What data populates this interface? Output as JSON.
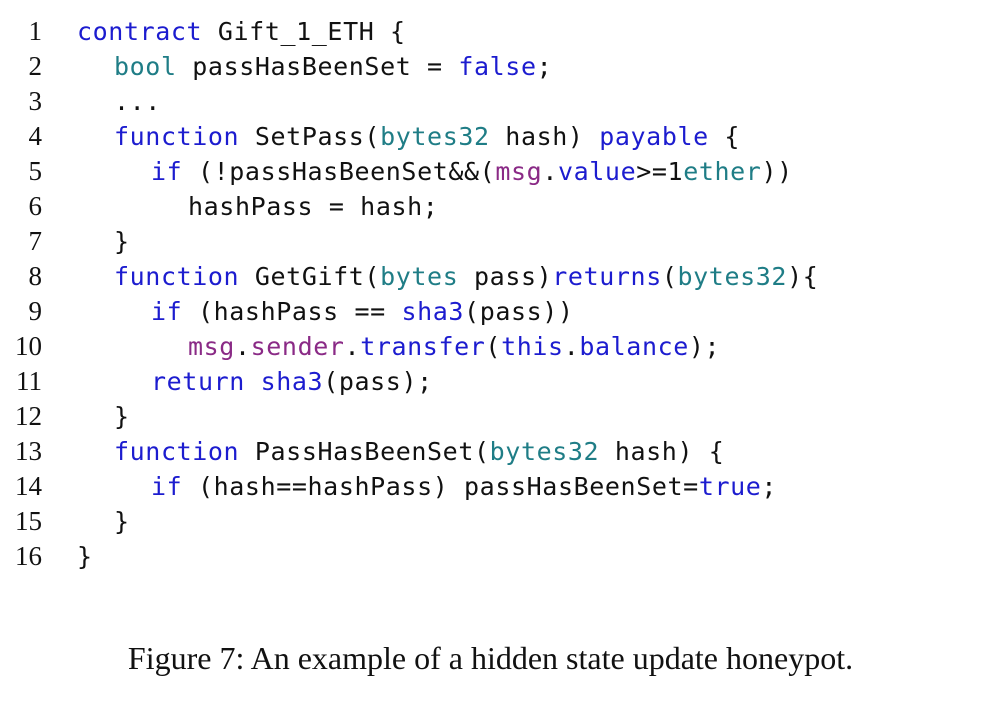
{
  "colors": {
    "keyword": "#1c1ccf",
    "type": "#1f7d86",
    "purple": "#8a2a86",
    "plain": "#111111"
  },
  "code_lines": [
    {
      "number": "1",
      "indent": 0,
      "tokens": [
        {
          "text": "contract",
          "style": "kw"
        },
        {
          "text": " Gift_1_ETH {",
          "style": "pl"
        }
      ]
    },
    {
      "number": "2",
      "indent": 1,
      "tokens": [
        {
          "text": "bool",
          "style": "ty"
        },
        {
          "text": " passHasBeenSet = ",
          "style": "pl"
        },
        {
          "text": "false",
          "style": "kw"
        },
        {
          "text": ";",
          "style": "pl"
        }
      ]
    },
    {
      "number": "3",
      "indent": 1,
      "tokens": [
        {
          "text": "...",
          "style": "pl"
        }
      ]
    },
    {
      "number": "4",
      "indent": 1,
      "tokens": [
        {
          "text": "function",
          "style": "kw"
        },
        {
          "text": " SetPass(",
          "style": "pl"
        },
        {
          "text": "bytes32",
          "style": "ty"
        },
        {
          "text": " hash) ",
          "style": "pl"
        },
        {
          "text": "payable",
          "style": "kw"
        },
        {
          "text": " {",
          "style": "pl"
        }
      ]
    },
    {
      "number": "5",
      "indent": 2,
      "tokens": [
        {
          "text": "if",
          "style": "kw"
        },
        {
          "text": " (!passHasBeenSet&&(",
          "style": "pl"
        },
        {
          "text": "msg",
          "style": "pp"
        },
        {
          "text": ".",
          "style": "pl"
        },
        {
          "text": "value",
          "style": "kw"
        },
        {
          "text": ">=1",
          "style": "pl"
        },
        {
          "text": "ether",
          "style": "ty"
        },
        {
          "text": "))",
          "style": "pl"
        }
      ]
    },
    {
      "number": "6",
      "indent": 3,
      "tokens": [
        {
          "text": "hashPass = hash;",
          "style": "pl"
        }
      ]
    },
    {
      "number": "7",
      "indent": 1,
      "tokens": [
        {
          "text": "}",
          "style": "pl"
        }
      ]
    },
    {
      "number": "8",
      "indent": 1,
      "tokens": [
        {
          "text": "function",
          "style": "kw"
        },
        {
          "text": " GetGift(",
          "style": "pl"
        },
        {
          "text": "bytes",
          "style": "ty"
        },
        {
          "text": " pass)",
          "style": "pl"
        },
        {
          "text": "returns",
          "style": "kw"
        },
        {
          "text": "(",
          "style": "pl"
        },
        {
          "text": "bytes32",
          "style": "ty"
        },
        {
          "text": "){",
          "style": "pl"
        }
      ]
    },
    {
      "number": "9",
      "indent": 2,
      "tokens": [
        {
          "text": "if",
          "style": "kw"
        },
        {
          "text": " (hashPass == ",
          "style": "pl"
        },
        {
          "text": "sha3",
          "style": "kw"
        },
        {
          "text": "(pass))",
          "style": "pl"
        }
      ]
    },
    {
      "number": "10",
      "indent": 3,
      "tokens": [
        {
          "text": "msg",
          "style": "pp"
        },
        {
          "text": ".",
          "style": "pl"
        },
        {
          "text": "sender",
          "style": "pp"
        },
        {
          "text": ".",
          "style": "pl"
        },
        {
          "text": "transfer",
          "style": "kw"
        },
        {
          "text": "(",
          "style": "pl"
        },
        {
          "text": "this",
          "style": "kw"
        },
        {
          "text": ".",
          "style": "pl"
        },
        {
          "text": "balance",
          "style": "kw"
        },
        {
          "text": ");",
          "style": "pl"
        }
      ]
    },
    {
      "number": "11",
      "indent": 2,
      "tokens": [
        {
          "text": "return",
          "style": "kw"
        },
        {
          "text": " ",
          "style": "pl"
        },
        {
          "text": "sha3",
          "style": "kw"
        },
        {
          "text": "(pass);",
          "style": "pl"
        }
      ]
    },
    {
      "number": "12",
      "indent": 1,
      "tokens": [
        {
          "text": "}",
          "style": "pl"
        }
      ]
    },
    {
      "number": "13",
      "indent": 1,
      "tokens": [
        {
          "text": "function",
          "style": "kw"
        },
        {
          "text": " PassHasBeenSet(",
          "style": "pl"
        },
        {
          "text": "bytes32",
          "style": "ty"
        },
        {
          "text": " hash) {",
          "style": "pl"
        }
      ]
    },
    {
      "number": "14",
      "indent": 2,
      "tokens": [
        {
          "text": "if",
          "style": "kw"
        },
        {
          "text": " (hash==hashPass) passHasBeenSet=",
          "style": "pl"
        },
        {
          "text": "true",
          "style": "kw"
        },
        {
          "text": ";",
          "style": "pl"
        }
      ]
    },
    {
      "number": "15",
      "indent": 1,
      "tokens": [
        {
          "text": "}",
          "style": "pl"
        }
      ]
    },
    {
      "number": "16",
      "indent": 0,
      "tokens": [
        {
          "text": "}",
          "style": "pl"
        }
      ]
    }
  ],
  "caption": "Figure 7: An example of a hidden state update honeypot."
}
